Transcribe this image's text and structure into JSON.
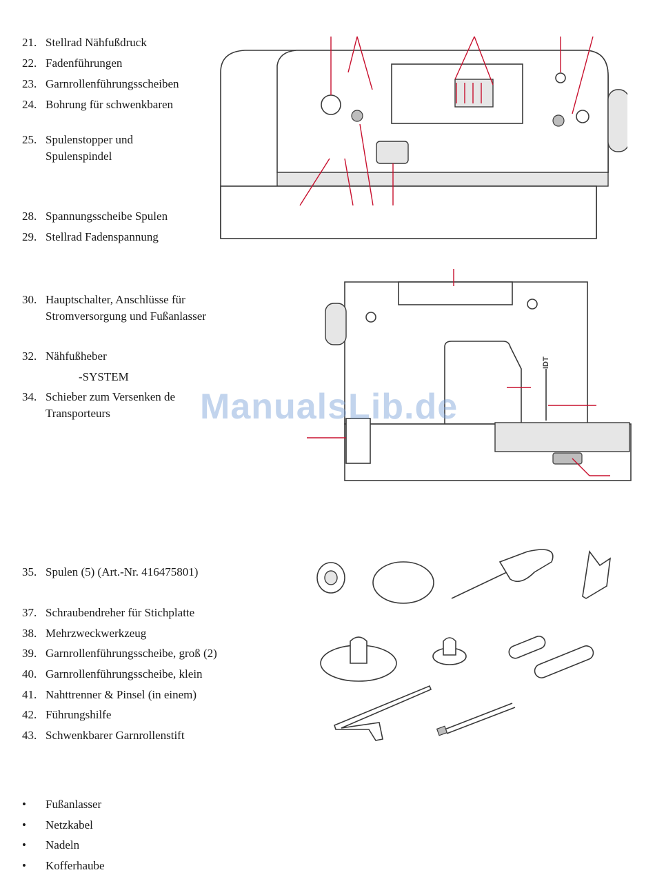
{
  "parts_top": [
    {
      "num": "21.",
      "lines": [
        "Stellrad Nähfußdruck"
      ]
    },
    {
      "num": "22.",
      "lines": [
        "Fadenführungen"
      ]
    },
    {
      "num": "23.",
      "lines": [
        "Garnrollenführungsscheiben"
      ]
    },
    {
      "num": "24.",
      "lines": [
        "Bohrung für schwenkbaren"
      ]
    },
    {
      "num": "25.",
      "lines": [
        "Spulenstopper und",
        "Spulenspindel"
      ]
    },
    {
      "num": "28.",
      "lines": [
        "Spannungsscheibe Spulen"
      ]
    },
    {
      "num": "29.",
      "lines": [
        "Stellrad Fadenspannung"
      ]
    }
  ],
  "parts_middle": [
    {
      "num": "30.",
      "lines": [
        "Hauptschalter, Anschlüsse für",
        "Stromversorgung und Fußanlasser"
      ]
    },
    {
      "num": "32.",
      "lines": [
        "Nähfußheber"
      ]
    },
    {
      "num": "",
      "lines": [
        "-SYSTEM"
      ]
    },
    {
      "num": "34.",
      "lines": [
        "Schieber zum Versenken de",
        "Transporteurs"
      ]
    }
  ],
  "accessories": [
    {
      "num": "35.",
      "lines": [
        "Spulen (5) (Art.-Nr. 416475801)"
      ]
    },
    {
      "num": "37.",
      "lines": [
        "Schraubendreher für Stichplatte"
      ]
    },
    {
      "num": "38.",
      "lines": [
        "Mehrzweckwerkzeug"
      ]
    },
    {
      "num": "39.",
      "lines": [
        "Garnrollenführungsscheibe, groß (2)"
      ]
    },
    {
      "num": "40.",
      "lines": [
        "Garnrollenführungsscheibe, klein"
      ]
    },
    {
      "num": "41.",
      "lines": [
        "Nahttrenner & Pinsel (in einem)"
      ]
    },
    {
      "num": "42.",
      "lines": [
        "Führungshilfe"
      ]
    },
    {
      "num": "43.",
      "lines": [
        "Schwenkbarer Garnrollenstift"
      ]
    }
  ],
  "included": [
    "Fußanlasser",
    "Netzkabel",
    "Nadeln",
    "Kofferhaube"
  ],
  "bullet_glyph": "•",
  "machine_side_label": "IDT",
  "watermark": "ManualsLib.de"
}
